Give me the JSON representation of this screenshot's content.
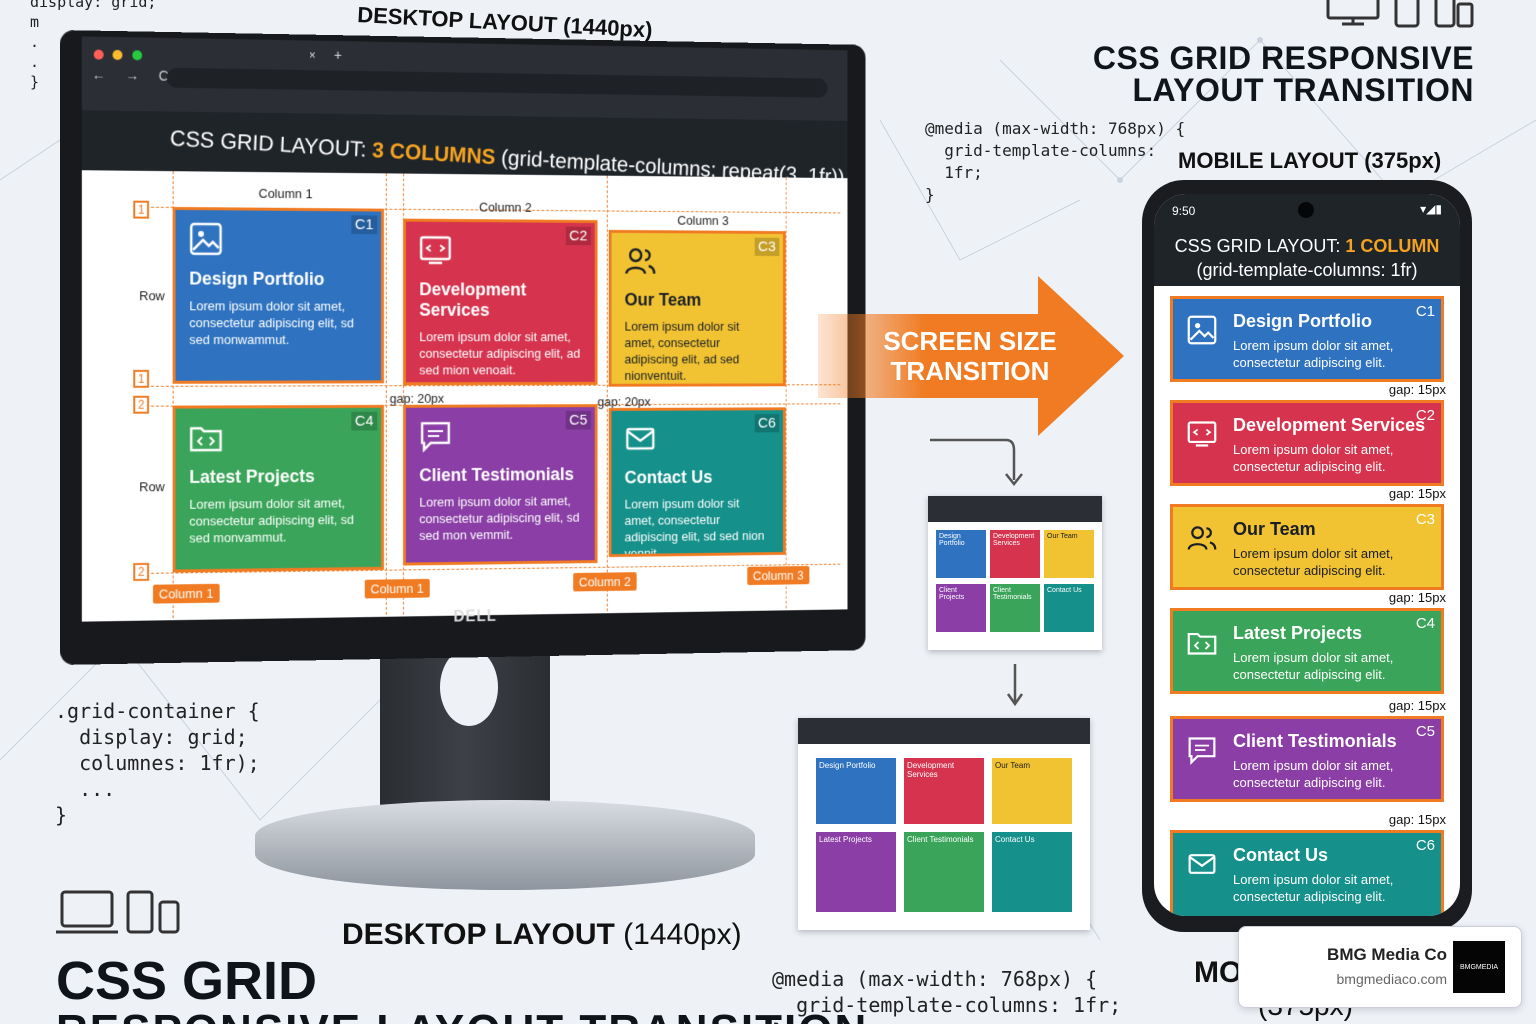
{
  "code": {
    "top_snippet": "display: grid;\nm\n.\n.\n}",
    "mid_snippet": "@media (max-width: 768px) {\n  grid-template-columns:\n  1fr;\n}",
    "left_snippet": ".grid-container {\n  display: grid;\n  columnes: 1fr);\n  ...\n}",
    "bottom_snippet": "@media (max-width: 768px) {\n  grid-template-columns: 1fr;\n}"
  },
  "headings": {
    "right_title_line1": "CSS GRID RESPONSIVE",
    "right_title_line2": "LAYOUT TRANSITION",
    "desktop_top_label": "DESKTOP LAYOUT (1440px)",
    "mobile_top_label": "MOBILE LAYOUT (375px)",
    "desktop_bottom_bold": "DESKTOP LAYOUT",
    "desktop_bottom_light": " (1440px)",
    "big_title": "CSS GRID",
    "big_subtitle": "RESPONSIVE LAYOUT TRANSITION",
    "mobile_bottom_cut": "MO",
    "mobile_bottom_px": "(375px)"
  },
  "monitor": {
    "brand": "DELL",
    "tab_close": "×",
    "tab_plus": "+",
    "nav": "← → C",
    "title_prefix": "CSS GRID LAYOUT: ",
    "title_accent": "3 COLUMNS",
    "title_suffix": " (grid-template-columns: repeat(3, 1fr))",
    "col_labels": [
      "Column 1",
      "Column 2",
      "Column 3"
    ],
    "row_labels": [
      "Row",
      "Row"
    ],
    "gap_labels": [
      "gap: 20px",
      "gap: 20px"
    ],
    "bottom_badges": [
      "Column 1",
      "Column 1",
      "Column 2",
      "Column 3"
    ],
    "row_numbers": [
      "1",
      "1",
      "2",
      "2"
    ],
    "cards": [
      {
        "id": "C1",
        "title": "Design Portfolio",
        "text": "Lorem ipsum dolor sit amet, consectetur adipiscing elit, sd sed monwammut.",
        "color": "#2f73c0",
        "icon": "image-icon"
      },
      {
        "id": "C2",
        "title": "Development Services",
        "text": "Lorem ipsum dolor sit amet, consectetur adipiscing elit, ad sed mion venoait.",
        "color": "#d6344e",
        "icon": "code-window-icon"
      },
      {
        "id": "C3",
        "title": "Our Team",
        "text": "Lorem ipsum dolor sit amet, consectetur adipiscing elit, ad sed nionventuit.",
        "color": "#f1c232",
        "icon": "users-icon"
      },
      {
        "id": "C4",
        "title": "Latest Projects",
        "text": "Lorem ipsum dolor sit amet, consectetur adipiscing elit, sd sed monvammut.",
        "color": "#3aa55a",
        "icon": "code-folder-icon"
      },
      {
        "id": "C5",
        "title": "Client Testimonials",
        "text": "Lorem ipsum dolor sit amet, consectetur adipiscing elit, sd sed mon vemmit.",
        "color": "#8a3ea6",
        "icon": "chat-icon"
      },
      {
        "id": "C6",
        "title": "Contact Us",
        "text": "Lorem ipsum dolor sit amet, consectetur adipiscing elit, sd sed nion vennit.",
        "color": "#15908a",
        "icon": "mail-icon"
      }
    ]
  },
  "arrow": {
    "line1": "SCREEN SIZE",
    "line2": "TRANSITION"
  },
  "mini_top": {
    "cells": [
      "Design Portfolio",
      "Development Services",
      "Our Team",
      "Client Projects",
      "Client Testimonials",
      "Contact Us"
    ]
  },
  "mini_bottom": {
    "cells": [
      "Design Portfolio",
      "Development Services",
      "Our Team",
      "Latest Projects",
      "Client Testimonials",
      "Contact Us"
    ]
  },
  "phone": {
    "time": "9:50",
    "status_icons": "▾◢▮",
    "title_prefix": "CSS GRID LAYOUT: ",
    "title_accent": "1 COLUMN",
    "title_line2": "(grid-template-columns: 1fr)",
    "gap_label": "gap: 15px",
    "card_text": "Lorem ipsum dolor sit amet, consectetur adipiscing elit."
  },
  "bmg": {
    "name": "BMG Media Co",
    "url": "bmgmediaco.com",
    "logo_text": "BMGMEDIA"
  }
}
